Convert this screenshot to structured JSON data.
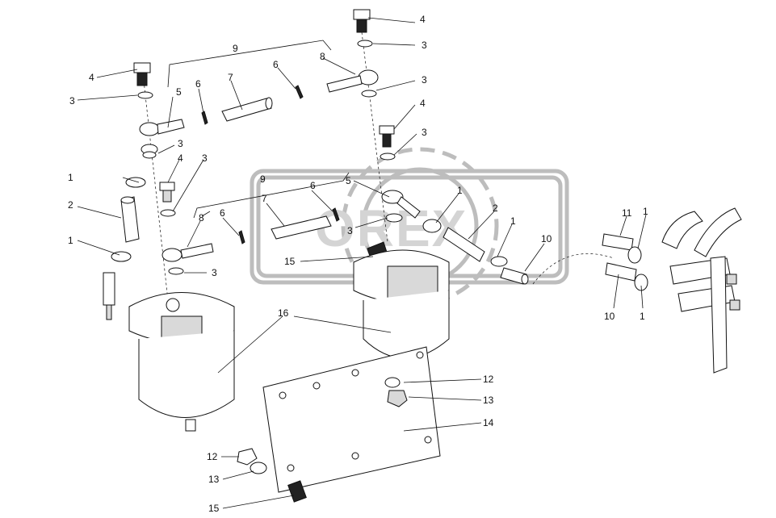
{
  "figure": {
    "watermark_text": "OREX",
    "callouts": [
      {
        "id": "c4a",
        "text": "4"
      },
      {
        "id": "c3a",
        "text": "3"
      },
      {
        "id": "c9a",
        "text": "9"
      },
      {
        "id": "c8a",
        "text": "8"
      },
      {
        "id": "c3b",
        "text": "3"
      },
      {
        "id": "c6a",
        "text": "6"
      },
      {
        "id": "c7a",
        "text": "7"
      },
      {
        "id": "c5a",
        "text": "5"
      },
      {
        "id": "c6b",
        "text": "6"
      },
      {
        "id": "c4b",
        "text": "4"
      },
      {
        "id": "c3c",
        "text": "3"
      },
      {
        "id": "c4c",
        "text": "4"
      },
      {
        "id": "c3d",
        "text": "3"
      },
      {
        "id": "c3e",
        "text": "3"
      },
      {
        "id": "c4d",
        "text": "4"
      },
      {
        "id": "c3f",
        "text": "3"
      },
      {
        "id": "c1a",
        "text": "1"
      },
      {
        "id": "c2a",
        "text": "2"
      },
      {
        "id": "c1b",
        "text": "1"
      },
      {
        "id": "c8b",
        "text": "8"
      },
      {
        "id": "c6c",
        "text": "6"
      },
      {
        "id": "c3g",
        "text": "3"
      },
      {
        "id": "c9b",
        "text": "9"
      },
      {
        "id": "c5b",
        "text": "5"
      },
      {
        "id": "c6d",
        "text": "6"
      },
      {
        "id": "c7b",
        "text": "7"
      },
      {
        "id": "c3h",
        "text": "3"
      },
      {
        "id": "c1c",
        "text": "1"
      },
      {
        "id": "c2b",
        "text": "2"
      },
      {
        "id": "c1d",
        "text": "1"
      },
      {
        "id": "c10a",
        "text": "10"
      },
      {
        "id": "c15a",
        "text": "15"
      },
      {
        "id": "c11",
        "text": "11"
      },
      {
        "id": "c1e",
        "text": "1"
      },
      {
        "id": "c10b",
        "text": "10"
      },
      {
        "id": "c1f",
        "text": "1"
      },
      {
        "id": "c16",
        "text": "16"
      },
      {
        "id": "c12a",
        "text": "12"
      },
      {
        "id": "c13a",
        "text": "13"
      },
      {
        "id": "c14",
        "text": "14"
      },
      {
        "id": "c12b",
        "text": "12"
      },
      {
        "id": "c13b",
        "text": "13"
      },
      {
        "id": "c15b",
        "text": "15"
      }
    ]
  }
}
